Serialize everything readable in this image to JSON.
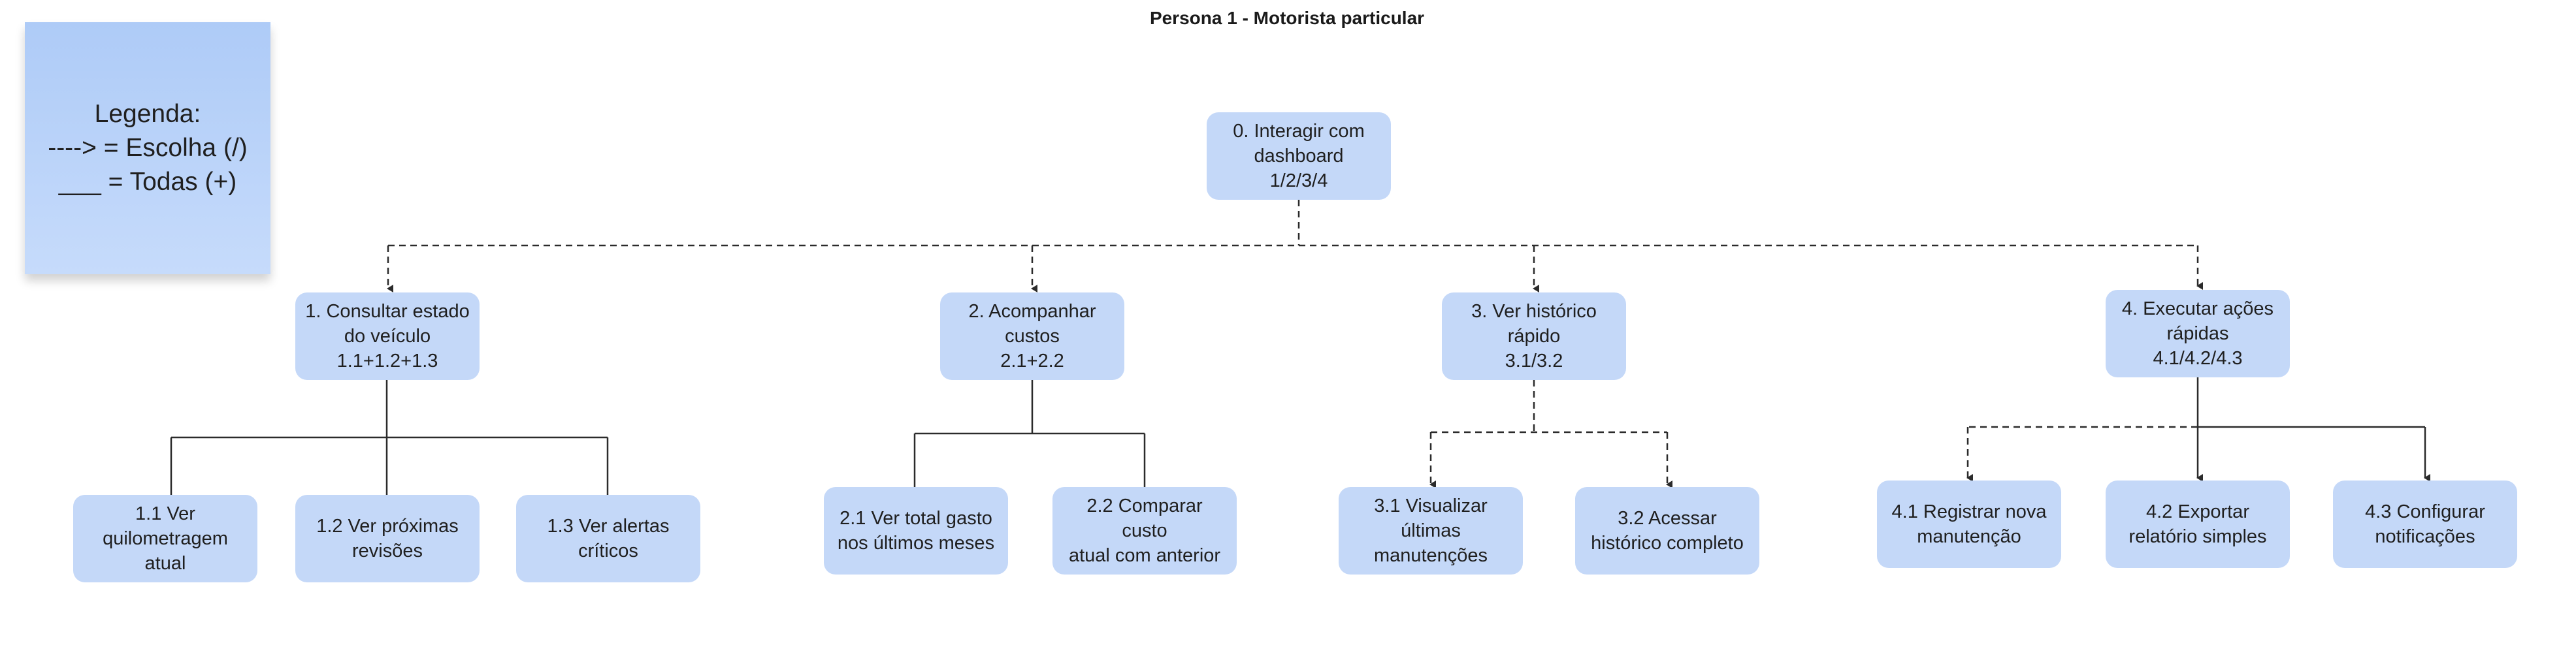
{
  "title": "Persona 1 - Motorista particular",
  "legend": {
    "line1": "Legenda:",
    "line2": "----> = Escolha (/)",
    "line3": "___ = Todas (+)"
  },
  "colors": {
    "node_fill": "#c4d8f8",
    "legend_fill": "#b7d1f9",
    "line": "#2b2b2b"
  },
  "nodes": {
    "n0": {
      "line1": "0. Interagir com",
      "line2": "dashboard",
      "line3": "1/2/3/4"
    },
    "n1": {
      "line1": "1. Consultar estado",
      "line2": "do veículo",
      "line3": "1.1+1.2+1.3"
    },
    "n2": {
      "line1": "2. Acompanhar",
      "line2": "custos",
      "line3": "2.1+2.2"
    },
    "n3": {
      "line1": "3. Ver histórico",
      "line2": "rápido",
      "line3": "3.1/3.2"
    },
    "n4": {
      "line1": "4. Executar ações",
      "line2": "rápidas",
      "line3": "4.1/4.2/4.3"
    },
    "n11": {
      "line1": "1.1 Ver",
      "line2": "quilometragem",
      "line3": "atual"
    },
    "n12": {
      "line1": "1.2 Ver próximas",
      "line2": "revisões"
    },
    "n13": {
      "line1": "1.3 Ver alertas",
      "line2": "críticos"
    },
    "n21": {
      "line1": "2.1 Ver total gasto",
      "line2": "nos últimos meses"
    },
    "n22": {
      "line1": "2.2 Comparar custo",
      "line2": "atual com anterior"
    },
    "n31": {
      "line1": "3.1 Visualizar",
      "line2": "últimas",
      "line3": "manutenções"
    },
    "n32": {
      "line1": "3.2 Acessar",
      "line2": "histórico completo"
    },
    "n41": {
      "line1": "4.1 Registrar nova",
      "line2": "manutenção"
    },
    "n42": {
      "line1": "4.2 Exportar",
      "line2": "relatório simples"
    },
    "n43": {
      "line1": "4.3 Configurar",
      "line2": "notificações"
    }
  }
}
